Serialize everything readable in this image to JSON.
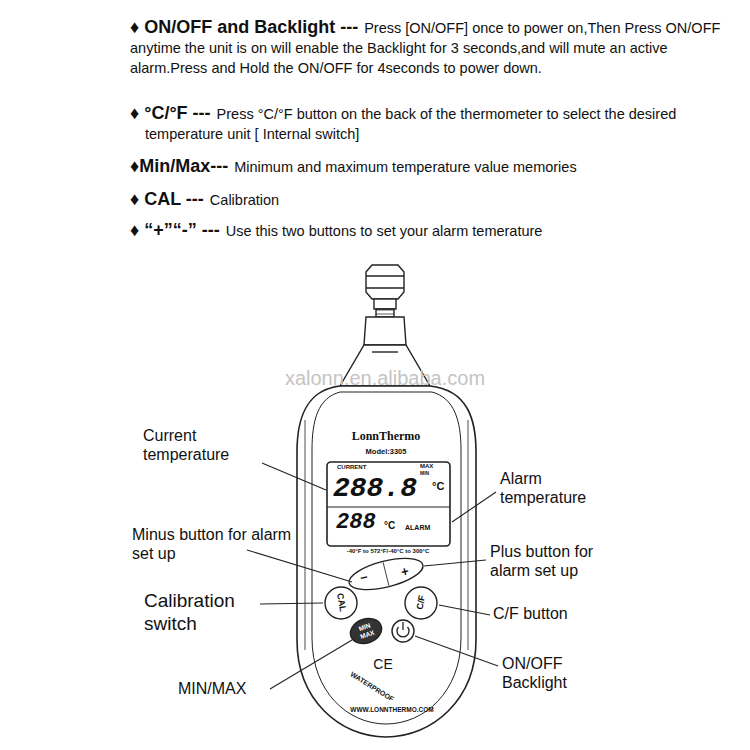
{
  "diagram": {
    "labels": [
      "♦ ON/OFF and Backlight ---",
      "Press [ON/OFF] once to power on,Then Press ON/OFF anytime the unit is on will enable the Backlight for 3 seconds,and will mute an active alarm.Press and Hold the ON/OFF for 4seconds to power down.",
      "♦ °C/°F ---",
      "Press °C/°F button on the back of the thermometer to select the desired temperature unit [ Internal switch]",
      "♦Min/Max---",
      "Minimum and maximum temperature value memories",
      "♦ CAL ---",
      "Calibration",
      "♦ “+”“-” ---",
      "Use this two buttons to set your alarm temerature",
      "xalonn.en.alibaba.com",
      "LonnThermo",
      "Model:3305",
      "CURRENT",
      "MAX",
      "MIN",
      "288.8",
      "°C",
      "288",
      "°C",
      "ALARM",
      "-40°F to 572°F/-40°C to 300°C",
      "−",
      "+",
      "CAL",
      "C/F",
      "MIN MAX",
      "CE",
      "WATERPROOF",
      "WWW.LONNTHERMO.COM",
      "Current temperature",
      "Alarm temperature",
      "Minus button for alarm set up",
      "Plus button for alarm set up",
      "Calibration switch",
      "C/F button",
      "MIN/MAX",
      "ON/OFF Backlight"
    ]
  }
}
